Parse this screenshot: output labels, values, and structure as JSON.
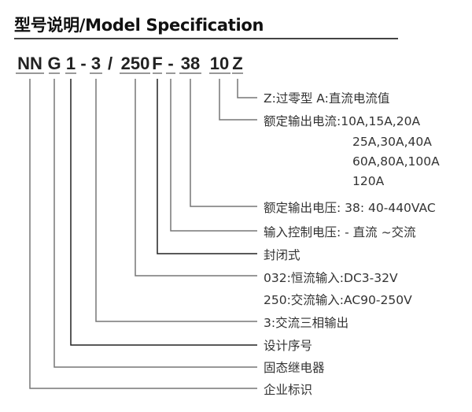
{
  "title": "型号说明/Model Specification",
  "codes": [
    "NN",
    "G",
    "1",
    "-",
    "3",
    "/",
    "250",
    "F",
    "-",
    "38",
    "10",
    "Z"
  ],
  "labels": {
    "z": "Z:过零型 A:直流电流值",
    "current": "额定输出电流:10A,15A,20A",
    "current_2": "25A,30A,40A",
    "current_3": "60A,80A,100A",
    "current_4": "120A",
    "voltage": "额定输出电压: 38: 40-440VAC",
    "control": "输入控制电压: - 直流  ~交流",
    "sealed": "封闭式",
    "input_dc": "032:恒流输入:DC3-32V",
    "input_ac": "250:交流输入:AC90-250V",
    "phase": "3:交流三相输出",
    "design": "设计序号",
    "ssr": "固态继电器",
    "brand": "企业标识"
  }
}
